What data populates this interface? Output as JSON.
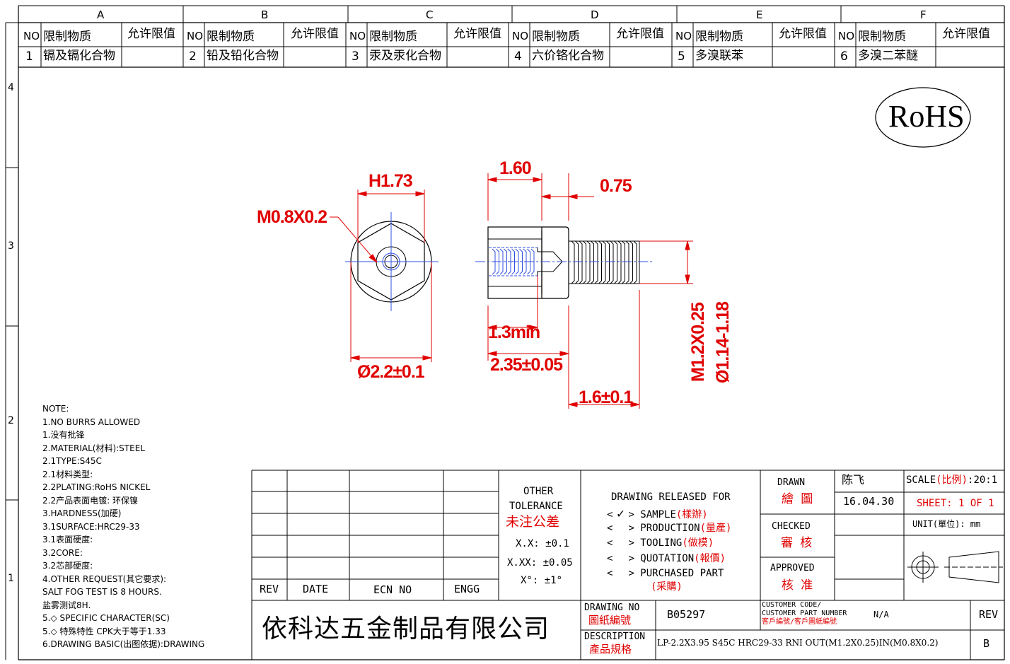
{
  "column_letters": [
    "A",
    "B",
    "C",
    "D",
    "E",
    "F"
  ],
  "row_numbers": [
    "4",
    "3",
    "2",
    "1"
  ],
  "substance_table": {
    "headers": {
      "no": "NO",
      "substance": "限制物质",
      "limit": "允许限值"
    },
    "items": [
      {
        "no": "1",
        "name": "镉及镉化合物",
        "limit": ""
      },
      {
        "no": "2",
        "name": "铅及铅化合物",
        "limit": ""
      },
      {
        "no": "3",
        "name": "汞及汞化合物",
        "limit": ""
      },
      {
        "no": "4",
        "name": "六价铬化合物",
        "limit": ""
      },
      {
        "no": "5",
        "name": "多溴联苯",
        "limit": ""
      },
      {
        "no": "6",
        "name": "多溴二苯醚",
        "limit": ""
      }
    ]
  },
  "rohs_label": "RoHS",
  "dimensions": {
    "hex_width": "H1.73",
    "internal_thread": "M0.8X0.2",
    "outer_diameter": "Ø2.2±0.1",
    "head_length": "1.60",
    "collar_length": "0.75",
    "thread_depth": "1.3min",
    "body_length": "2.35±0.05",
    "stud_length": "1.6±0.1",
    "external_thread": "M1.2X0.25",
    "stud_diameter": "Ø1.14-1.18"
  },
  "notes": [
    "NOTE:",
    "1.NO BURRS ALLOWED",
    "1.没有批锋",
    "2.MATERIAL(材料):STEEL",
    "2.1TYPE:S45C",
    "2.1材料类型:",
    "2.2PLATING:RoHS NICKEL",
    "2.2产品表面电镀: 环保镍",
    "3.HARDNESS(加硬)",
    "3.1SURFACE:HRC29-33",
    "3.1表面硬度:",
    "3.2CORE:",
    "3.2芯部硬度:",
    "4.OTHER REQUEST(其它要求):",
    "SALT FOG TEST IS 8 HOURS.",
    "盐雾测试8H.",
    "5.◇  SPECIFIC CHARACTER(SC)",
    "5.◇   特殊特性 CPK大于等于1.33",
    "6.DRAWING BASIC(出图依据):DRAWING"
  ],
  "revision_table": {
    "rev": "REV",
    "date": "DATE",
    "ecn": "ECN NO",
    "engg": "ENGG"
  },
  "tolerance": {
    "title1": "OTHER",
    "title2": "TOLERANCE",
    "title_cn": "未注公差",
    "xx": "X.X: ±0.1",
    "xxx": "X.XX: ±0.05",
    "angle": "X°: ±1°"
  },
  "release": {
    "title": "DRAWING RELEASED FOR",
    "options": [
      {
        "mark": "✓",
        "label": "SAMPLE",
        "cn": "(樣辦)"
      },
      {
        "mark": "",
        "label": "PRODUCTION",
        "cn": "(量產)"
      },
      {
        "mark": "",
        "label": "TOOLING",
        "cn": "(做模)"
      },
      {
        "mark": "",
        "label": "QUOTATION",
        "cn": "(報價)"
      },
      {
        "mark": "",
        "label": "PURCHASED PART",
        "cn": "(采購)"
      }
    ]
  },
  "approvals": {
    "drawn": "DRAWN",
    "drawn_cn": "繪 圖",
    "drawn_by": "陈飞",
    "drawn_date": "16.04.30",
    "checked": "CHECKED",
    "checked_cn": "審 核",
    "approved": "APPROVED",
    "approved_cn": "核 准"
  },
  "scale": {
    "label": "SCALE",
    "label_cn": "(比例)",
    "value": ":20:1"
  },
  "sheet": "SHEET:  1 OF 1",
  "unit": {
    "label": "UNIT",
    "label_cn": "(單位)",
    "value": ": mm"
  },
  "company": "依科达五金制品有限公司",
  "drawing_no": {
    "label": "DRAWING NO",
    "label_cn": "圖紙編號",
    "value": "B05297"
  },
  "customer_code": {
    "line1": "CUSTOMER CODE/",
    "line2": "CUSTOMER PART NUMBER",
    "cn": "客戶編號/客戶圖紙編號",
    "value": "N/A"
  },
  "rev": {
    "label": "REV",
    "value": "B"
  },
  "description": {
    "label": "DESCRIPTION",
    "label_cn": "產品規格",
    "value": "LP-2.2X3.95 S45C HRC29-33 RNI OUT(M1.2X0.25)IN(M0.8X0.2)"
  },
  "colors": {
    "dimension": "#e00000",
    "hidden_thread": "#3050e0",
    "outline": "#000000"
  }
}
